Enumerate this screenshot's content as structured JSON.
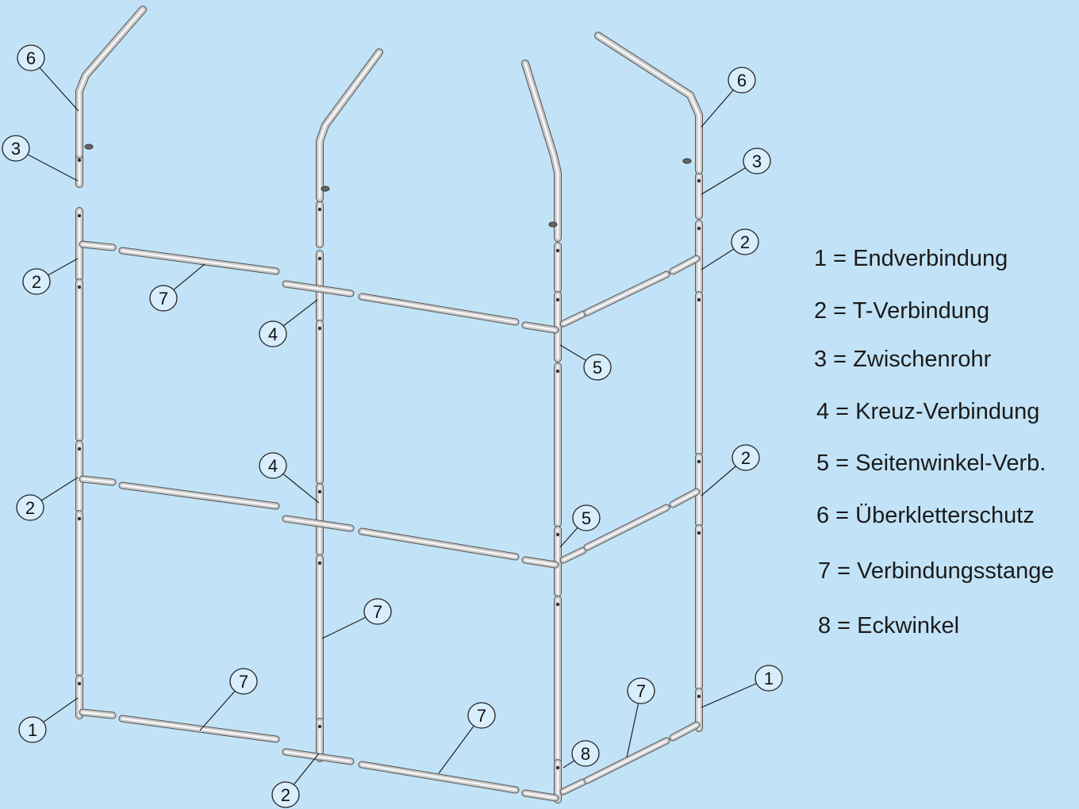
{
  "callouts": [
    "6",
    "3",
    "2",
    "7",
    "4",
    "4",
    "2",
    "1",
    "7",
    "7",
    "2",
    "7",
    "5",
    "5",
    "8",
    "7",
    "6",
    "3",
    "2",
    "2",
    "1"
  ],
  "legend": [
    "1 = Endverbindung",
    "2 = T-Verbindung",
    "3 = Zwischenrohr",
    "4 = Kreuz-Verbindung",
    "5 = Seitenwinkel-Verb.",
    "6 = Überkletterschutz",
    "7 = Verbindungsstange",
    "8 = Eckwinkel"
  ]
}
